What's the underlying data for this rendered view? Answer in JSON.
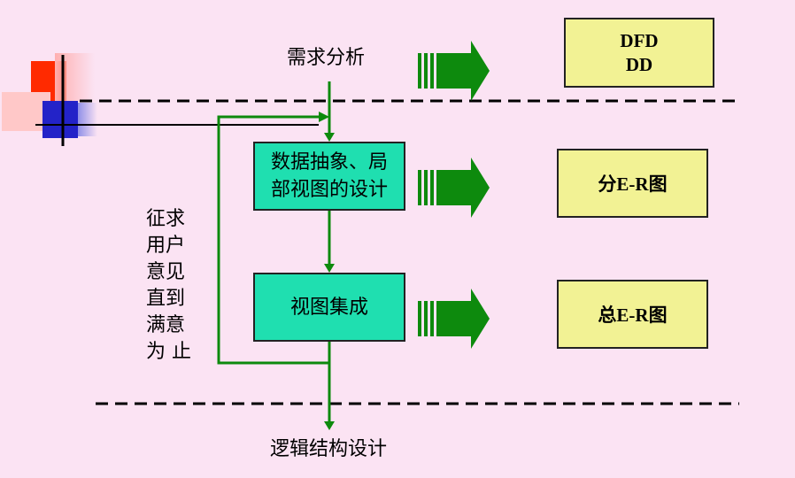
{
  "steps": {
    "requirements": "需求分析",
    "abstraction_line1": "数据抽象、局",
    "abstraction_line2": "部视图的设计",
    "integration": "视图集成",
    "logical_design": "逻辑结构设计"
  },
  "outputs": {
    "dfd": "DFD",
    "dd": "DD",
    "sub_er": "分E-R图",
    "total_er": "总E-R图"
  },
  "feedback": {
    "lines": [
      "征求",
      "用户",
      "意见",
      "直到",
      "满意",
      "为 止"
    ]
  },
  "colors": {
    "background": "#fbe3f3",
    "arrow": "#0d8a0d",
    "step_box": "#1fdfb0",
    "output_box": "#f2f294",
    "deco_red": "#ff2a00",
    "deco_blue": "#2323c8"
  }
}
